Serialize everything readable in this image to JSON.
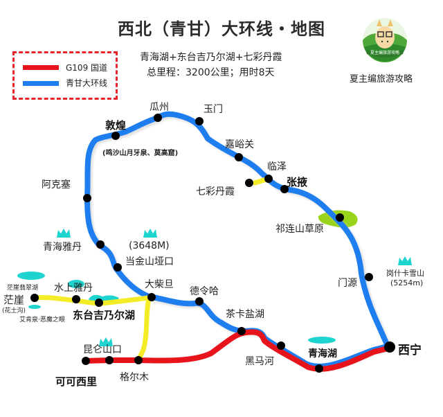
{
  "title": "西北（青甘）大环线・地图",
  "legend": {
    "items": [
      {
        "label": "G109 国道",
        "color": "#e8141b"
      },
      {
        "label": "青甘大环线",
        "color": "#1e7ef0"
      }
    ]
  },
  "subtitle": {
    "line1": "青海湖+东台吉乃尔湖+七彩丹霞",
    "line2": "总里程：3200公里；用时8天"
  },
  "brand": {
    "name": "夏主编旅游攻略",
    "logo_text": "夏主编旅游攻略"
  },
  "colors": {
    "loop_route": "#1e7ef0",
    "g109": "#e8141b",
    "side_route": "#f5ec28",
    "lake": "#1fd3cf",
    "mountain": "#1fd3cf",
    "grassland": "#9ad41a",
    "node": "#000000"
  },
  "places": {
    "dunhuang": "敦煌",
    "dunhuang_note": "(鸣沙山月牙泉、莫高窟)",
    "guazhou": "瓜州",
    "yumen": "玉门",
    "jiayuguan": "嘉峪关",
    "linze": "临泽",
    "qicai_danxia": "七彩丹霞",
    "zhangye": "张掖",
    "qilian_grassland": "祁连山草原",
    "menyuan": "门源",
    "gangshika": "岗什卡雪山",
    "gangshika_alt": "(5254m)",
    "xining": "西宁",
    "qinghai_lake": "青海湖",
    "heimahe": "黑马河",
    "chaka": "茶卡盐湖",
    "delingha": "德令哈",
    "dachaidan": "大柴旦",
    "dangjin_alt": "(3648M)",
    "dangjin": "当金山垭口",
    "qinghai_yardang": "青海雅丹",
    "aksay": "阿克塞",
    "shuishang_yardang": "水上雅丹",
    "mangya": "茫崖",
    "mangya_note": "(花土沟)",
    "mangya_emerald": "茫崖翡翠湖",
    "aiken_spring": "艾肯泉·恶魔之眼",
    "dongtai_lake": "东台吉乃尔湖",
    "kunlun_pass": "昆仑山口",
    "golmud": "格尔木",
    "hoh_xil": "可可西里"
  }
}
